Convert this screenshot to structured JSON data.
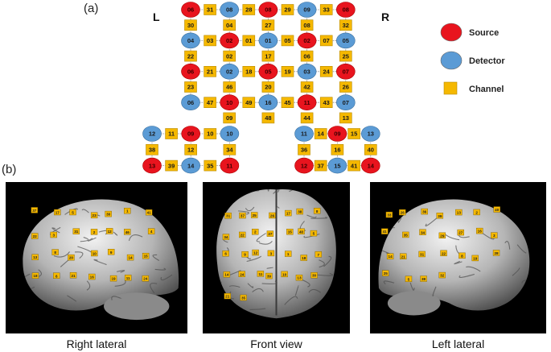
{
  "panel_labels": {
    "a": "(a)",
    "b": "(b)"
  },
  "side_labels": {
    "left": "L",
    "right": "R"
  },
  "legend": [
    {
      "label": "Source",
      "shape": "circle",
      "color": "#e8141e"
    },
    {
      "label": "Detector",
      "shape": "circle",
      "color": "#5b9bd5"
    },
    {
      "label": "Channel",
      "shape": "square",
      "color": "#f5b800"
    }
  ],
  "grid": {
    "rows": [
      [
        [
          "S",
          "06"
        ],
        [
          "C",
          "31"
        ],
        [
          "D",
          "08"
        ],
        [
          "C",
          "28"
        ],
        [
          "S",
          "08"
        ],
        [
          "C",
          "29"
        ],
        [
          "D",
          "09"
        ],
        [
          "C",
          "33"
        ],
        [
          "S",
          "08"
        ]
      ],
      [
        [
          "C",
          "30"
        ],
        null,
        [
          "C",
          "04"
        ],
        null,
        [
          "C",
          "27"
        ],
        null,
        [
          "C",
          "08"
        ],
        null,
        [
          "C",
          "32"
        ]
      ],
      [
        [
          "D",
          "04"
        ],
        [
          "C",
          "03"
        ],
        [
          "S",
          "02"
        ],
        [
          "C",
          "01"
        ],
        [
          "D",
          "01"
        ],
        [
          "C",
          "05"
        ],
        [
          "S",
          "02"
        ],
        [
          "C",
          "07"
        ],
        [
          "D",
          "05"
        ]
      ],
      [
        [
          "C",
          "22"
        ],
        null,
        [
          "C",
          "02"
        ],
        null,
        [
          "C",
          "17"
        ],
        null,
        [
          "C",
          "06"
        ],
        null,
        [
          "C",
          "25"
        ]
      ],
      [
        [
          "S",
          "06"
        ],
        [
          "C",
          "21"
        ],
        [
          "D",
          "02"
        ],
        [
          "C",
          "18"
        ],
        [
          "S",
          "05"
        ],
        [
          "C",
          "19"
        ],
        [
          "D",
          "03"
        ],
        [
          "C",
          "24"
        ],
        [
          "S",
          "07"
        ]
      ],
      [
        [
          "C",
          "23"
        ],
        null,
        [
          "C",
          "46"
        ],
        null,
        [
          "C",
          "20"
        ],
        null,
        [
          "C",
          "42"
        ],
        null,
        [
          "C",
          "26"
        ]
      ],
      [
        [
          "D",
          "06"
        ],
        [
          "C",
          "47"
        ],
        [
          "S",
          "10"
        ],
        [
          "C",
          "49"
        ],
        [
          "D",
          "16"
        ],
        [
          "C",
          "45"
        ],
        [
          "S",
          "11"
        ],
        [
          "C",
          "43"
        ],
        [
          "D",
          "07"
        ]
      ],
      [
        null,
        null,
        [
          "C",
          "09"
        ],
        null,
        [
          "C",
          "48"
        ],
        null,
        [
          "C",
          "44"
        ],
        null,
        [
          "C",
          "13"
        ]
      ]
    ],
    "left_block": [
      [
        [
          "D",
          "12"
        ],
        [
          "C",
          "11"
        ],
        [
          "S",
          "09"
        ],
        [
          "C",
          "10"
        ],
        [
          "D",
          "10"
        ]
      ],
      [
        [
          "C",
          "38"
        ],
        null,
        [
          "C",
          "12"
        ],
        null,
        [
          "C",
          "34"
        ]
      ],
      [
        [
          "S",
          "13"
        ],
        [
          "C",
          "39"
        ],
        [
          "D",
          "14"
        ],
        [
          "C",
          "35"
        ],
        [
          "S",
          "11"
        ]
      ]
    ],
    "right_block": [
      [
        [
          "D",
          "11"
        ],
        [
          "C",
          "14"
        ],
        [
          "S",
          "09"
        ],
        [
          "C",
          "15"
        ],
        [
          "D",
          "13"
        ]
      ],
      [
        [
          "C",
          "36"
        ],
        null,
        [
          "C",
          "16"
        ],
        null,
        [
          "C",
          "40"
        ]
      ],
      [
        [
          "S",
          "12"
        ],
        [
          "C",
          "37"
        ],
        [
          "D",
          "15"
        ],
        [
          "C",
          "41"
        ],
        [
          "S",
          "14"
        ]
      ]
    ]
  },
  "views": [
    {
      "caption": "Right lateral",
      "labels": [
        "37",
        "17",
        "5",
        "23",
        "30",
        "1",
        "41",
        "22",
        "3",
        "31",
        "2",
        "12",
        "46",
        "4",
        "13",
        "8",
        "20",
        "10",
        "9",
        "14",
        "15",
        "18",
        "6",
        "21",
        "16",
        "19",
        "11",
        "24"
      ]
    },
    {
      "caption": "Front view",
      "labels": [
        "31",
        "37",
        "25",
        "26",
        "17",
        "38",
        "8",
        "34",
        "22",
        "2",
        "27",
        "15",
        "40",
        "5",
        "6",
        "9",
        "12",
        "3",
        "1",
        "18",
        "7",
        "14",
        "24",
        "11",
        "39",
        "10",
        "13",
        "30",
        "21",
        "35"
      ]
    },
    {
      "caption": "Left lateral",
      "labels": [
        "33",
        "26",
        "36",
        "39",
        "13",
        "2",
        "40",
        "41",
        "35",
        "34",
        "29",
        "27",
        "16",
        "3",
        "14",
        "21",
        "31",
        "22",
        "8",
        "19",
        "28",
        "25",
        "5",
        "38",
        "32"
      ]
    }
  ]
}
